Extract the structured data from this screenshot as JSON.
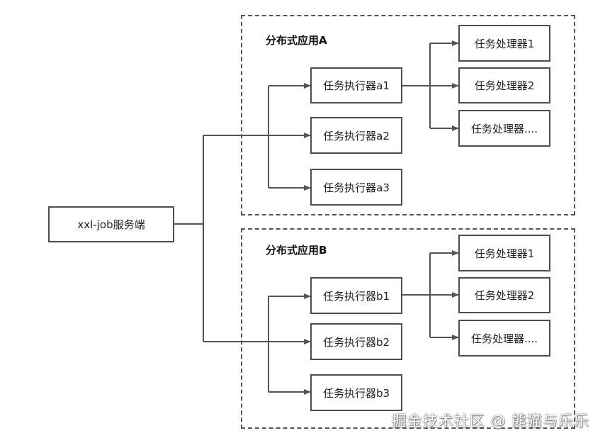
{
  "server": {
    "label": "xxl-job服务端"
  },
  "groups": [
    {
      "title": "分布式应用A",
      "executors": [
        "任务执行器a1",
        "任务执行器a2",
        "任务执行器a3"
      ],
      "handlers": [
        "任务处理器1",
        "任务处理器2",
        "任务处理器...."
      ]
    },
    {
      "title": "分布式应用B",
      "executors": [
        "任务执行器b1",
        "任务执行器b2",
        "任务执行器b3"
      ],
      "handlers": [
        "任务处理器1",
        "任务处理器2",
        "任务处理器...."
      ]
    }
  ],
  "watermark": "掘金技术社区 @ 熊猫与乐乐",
  "colors": {
    "line": "#555555",
    "border": "#4d4d4d",
    "text": "#222222"
  }
}
